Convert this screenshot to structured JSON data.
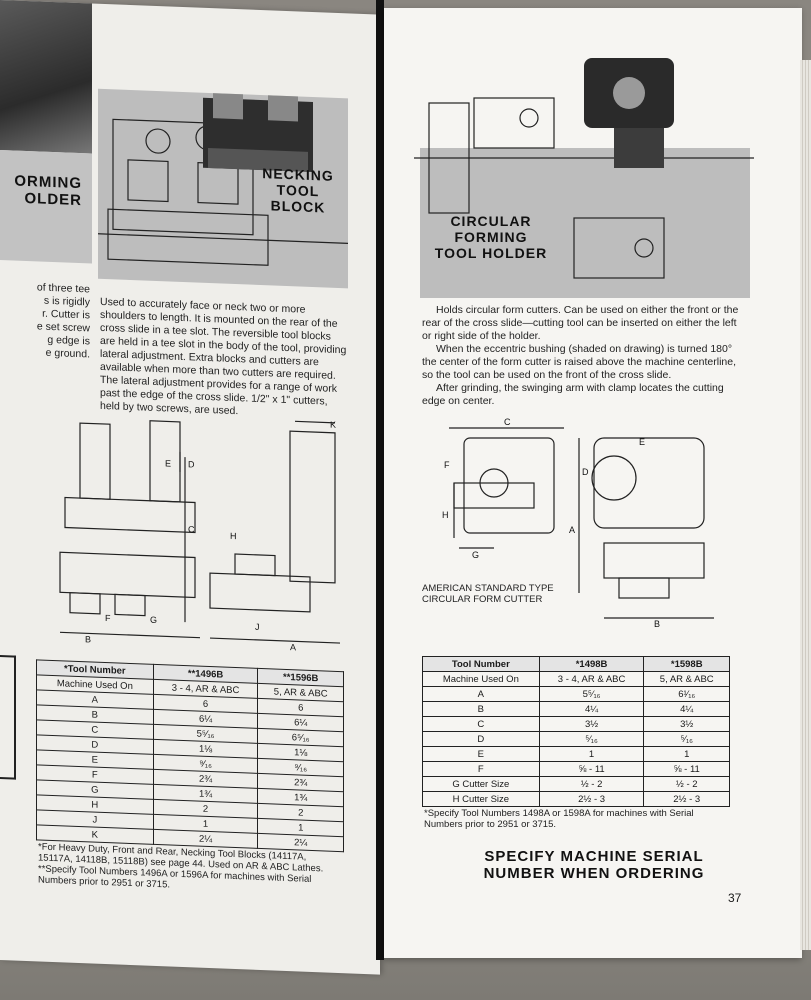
{
  "left_page": {
    "edge_heading": [
      "ORMING",
      "OLDER"
    ],
    "edge_text": [
      "of three tee",
      "s is rigidly",
      "r. Cutter is",
      "e set screw",
      "g edge is",
      "e ground."
    ],
    "section_title": [
      "NECKING",
      "TOOL",
      "BLOCK"
    ],
    "description": "Used to accurately face or neck two or more shoulders to length. It is mounted on the rear of the cross slide in a tee slot. The reversible tool blocks are held in a tee slot in the body of the tool, providing lateral adjustment. Extra blocks and cutters are available when more than two cutters are required. The lateral adjustment provides for a range of work past the edge of the cross slide. 1/2\" x 1\" cutters, held by two screws, are used.",
    "diagram_labels": {
      "B": "B",
      "F": "F",
      "G": "G",
      "C": "C",
      "D": "D",
      "E": "E",
      "H": "H",
      "J": "J",
      "A": "A",
      "K": "K"
    },
    "table": {
      "headers": [
        "*Tool Number",
        "**1496B",
        "**1596B"
      ],
      "machine_row": [
        "Machine Used On",
        "3 - 4, AR & ABC",
        "5, AR & ABC"
      ],
      "rows": [
        [
          "A",
          "6",
          "6"
        ],
        [
          "B",
          "6¼",
          "6¼"
        ],
        [
          "C",
          "5⁵⁄₁₆",
          "6⁵⁄₁₆"
        ],
        [
          "D",
          "1⅛",
          "1⅛"
        ],
        [
          "E",
          "⁹⁄₁₆",
          "⁹⁄₁₆"
        ],
        [
          "F",
          "2¾",
          "2¾"
        ],
        [
          "G",
          "1¾",
          "1¾"
        ],
        [
          "H",
          "2",
          "2"
        ],
        [
          "J",
          "1",
          "1"
        ],
        [
          "K",
          "2¼",
          "2¼"
        ]
      ]
    },
    "footnotes": [
      "*For Heavy Duty, Front and Rear, Necking Tool Blocks (14117A, 15117A, 14118B, 15118B) see page 44. Used on AR & ABC Lathes.",
      "**Specify Tool Numbers 1496A or 1596A for machines with Serial Numbers prior to 2951 or 3715."
    ]
  },
  "right_page": {
    "section_title": [
      "CIRCULAR",
      "FORMING",
      "TOOL HOLDER"
    ],
    "description": [
      "Holds circular form cutters. Can be used on either the front or the rear of the cross slide—cutting tool can be inserted on either the left or right side of the holder.",
      "When the eccentric bushing (shaded on drawing) is turned 180° the center of the form cutter is raised above the machine centerline, so the tool can be used on the front of the cross slide.",
      "After grinding, the swinging arm with clamp locates the cutting edge on center."
    ],
    "diagram_caption": [
      "AMERICAN STANDARD TYPE",
      "CIRCULAR FORM CUTTER"
    ],
    "diagram_labels": {
      "C": "C",
      "F": "F",
      "H": "H",
      "G": "G",
      "E": "E",
      "D": "D",
      "A": "A",
      "B": "B"
    },
    "table": {
      "headers": [
        "Tool Number",
        "*1498B",
        "*1598B"
      ],
      "machine_row": [
        "Machine Used On",
        "3 - 4, AR & ABC",
        "5, AR & ABC"
      ],
      "rows": [
        [
          "A",
          "5⁵⁄₁₆",
          "6¹⁄₁₆"
        ],
        [
          "B",
          "4¼",
          "4¼"
        ],
        [
          "C",
          "3½",
          "3½"
        ],
        [
          "D",
          "⁵⁄₁₆",
          "⁵⁄₁₆"
        ],
        [
          "E",
          "1",
          "1"
        ],
        [
          "F",
          "⅝ - 11",
          "⅝ - 11"
        ],
        [
          "G Cutter Size",
          "½ - 2",
          "½ - 2"
        ],
        [
          "H Cutter Size",
          "2½ - 3",
          "2½ - 3"
        ]
      ]
    },
    "footnote": "*Specify Tool Numbers 1498A or 1598A for machines with Serial Numbers prior to 2951 or 3715.",
    "notice": [
      "SPECIFY MACHINE SERIAL",
      "NUMBER WHEN ORDERING"
    ],
    "page_number": "37"
  }
}
